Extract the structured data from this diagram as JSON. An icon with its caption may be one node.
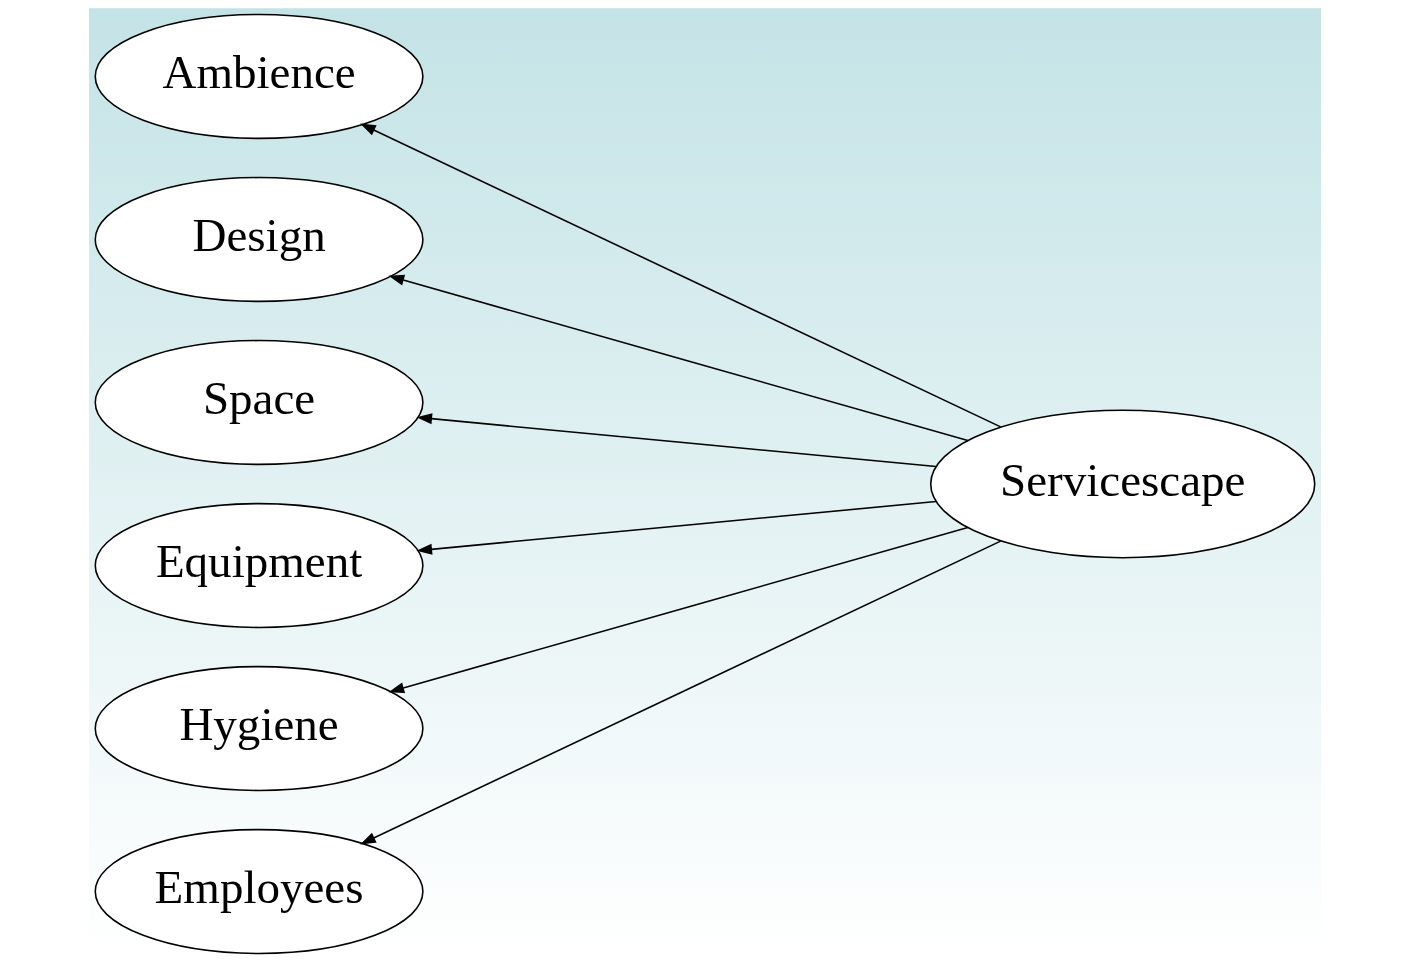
{
  "diagram": {
    "nodes": [
      {
        "text": [
          "Ambience"
        ]
      },
      {
        "text": [
          "Design"
        ]
      },
      {
        "text": [
          "Space"
        ]
      },
      {
        "text": [
          "Equipment"
        ]
      },
      {
        "text": [
          "Hygiene"
        ]
      },
      {
        "text": [
          "Employees"
        ]
      },
      {
        "text": [
          "Servicescape"
        ]
      }
    ],
    "edges": [
      {
        "from": 6,
        "to": 0,
        "arrow": "to"
      },
      {
        "from": 6,
        "to": 1,
        "arrow": "to"
      },
      {
        "from": 6,
        "to": 2,
        "arrow": "to"
      },
      {
        "from": 6,
        "to": 3,
        "arrow": "to"
      },
      {
        "from": 6,
        "to": 4,
        "arrow": "to"
      },
      {
        "from": 6,
        "to": 5,
        "arrow": "to"
      }
    ]
  }
}
